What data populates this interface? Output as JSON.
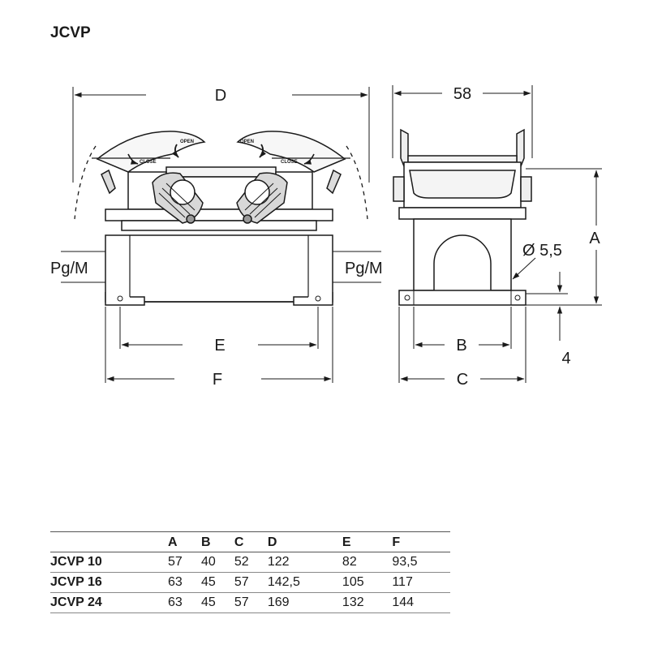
{
  "title": "JCVP",
  "labels": {
    "D": "D",
    "E": "E",
    "F": "F",
    "A": "A",
    "B": "B",
    "C": "C",
    "width_58": "58",
    "hole_dia": "Ø 5,5",
    "height_4": "4",
    "pg_left": "Pg/M",
    "pg_right": "Pg/M",
    "open_left": "OPEN",
    "open_right": "OPEN",
    "close_left": "CLOSE",
    "close_right": "CLOSE"
  },
  "table": {
    "columns": [
      "",
      "A",
      "B",
      "C",
      "D",
      "E",
      "F"
    ],
    "rows": [
      {
        "model": "JCVP 10",
        "A": "57",
        "B": "40",
        "C": "52",
        "D": "122",
        "E": "82",
        "F": "93,5"
      },
      {
        "model": "JCVP 16",
        "A": "63",
        "B": "45",
        "C": "57",
        "D": "142,5",
        "E": "105",
        "F": "117"
      },
      {
        "model": "JCVP 24",
        "A": "63",
        "B": "45",
        "C": "57",
        "D": "169",
        "E": "132",
        "F": "144"
      }
    ]
  }
}
